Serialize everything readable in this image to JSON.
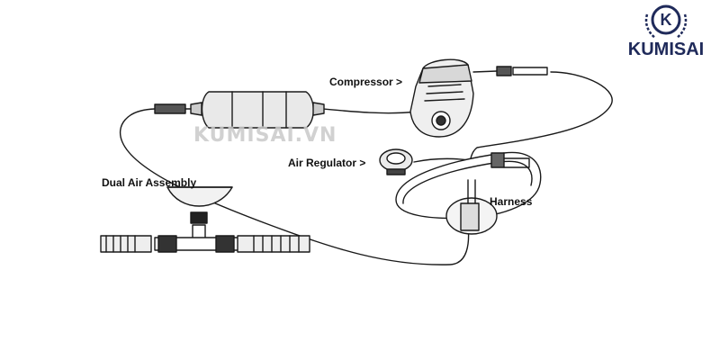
{
  "brand": {
    "monogram": "K",
    "name": "KUMISAI",
    "color": "#1f2a5a"
  },
  "watermark": "KUMISAI.VN",
  "labels": {
    "compressor": "Compressor >",
    "air_regulator": "Air Regulator >",
    "dual_air_assembly": "Dual Air Assembly",
    "harness": "Harness"
  }
}
